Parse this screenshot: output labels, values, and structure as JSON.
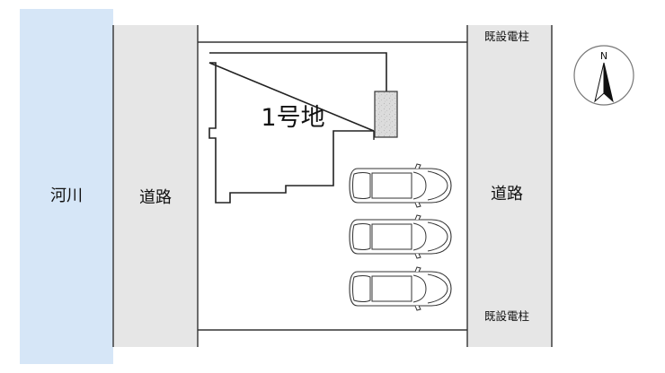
{
  "river": {
    "label": "河川",
    "color": "#d6e6f7"
  },
  "road_left": {
    "label": "道路",
    "color": "#e6e6e6"
  },
  "road_right": {
    "label": "道路",
    "color": "#e6e6e6"
  },
  "lot": {
    "label": "1号地"
  },
  "utility_poles": {
    "top_label": "既設電柱",
    "bottom_label": "既設電柱"
  },
  "compass": {
    "label": "N"
  },
  "parking": {
    "car_count": 3,
    "car_icon": "car-top-view-icon"
  }
}
